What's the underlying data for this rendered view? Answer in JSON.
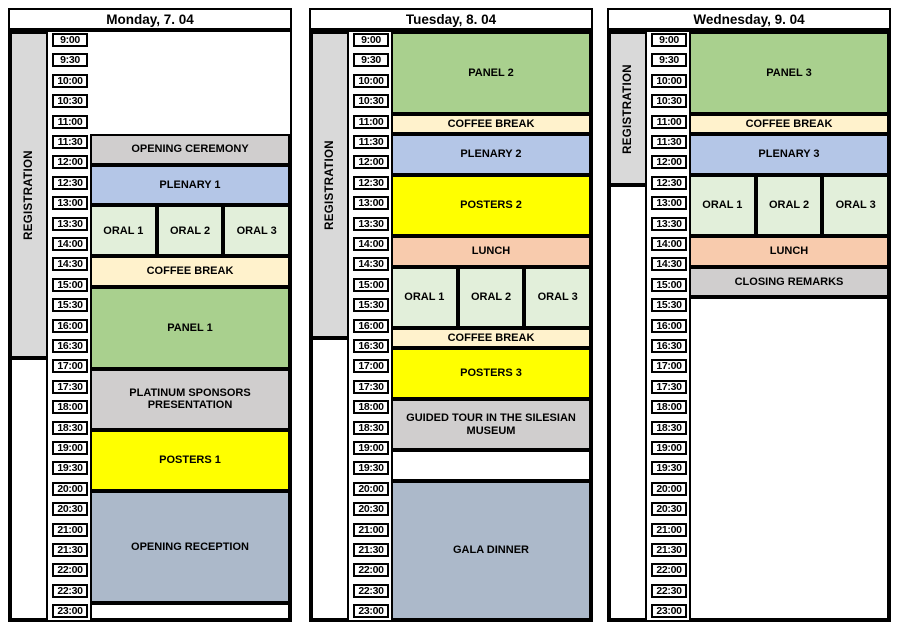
{
  "time_axis": {
    "labels": [
      "9:00",
      "9:30",
      "10:00",
      "10:30",
      "11:00",
      "11:30",
      "12:00",
      "12:30",
      "13:00",
      "13:30",
      "14:00",
      "14:30",
      "15:00",
      "15:30",
      "16:00",
      "16:30",
      "17:00",
      "17:30",
      "18:00",
      "18:30",
      "19:00",
      "19:30",
      "20:00",
      "20:30",
      "21:00",
      "21:30",
      "22:00",
      "22:30",
      "23:00"
    ]
  },
  "colors": {
    "panel_green": "#A9D08E",
    "oral_green": "#E2EFDA",
    "plenary_blue": "#B4C6E7",
    "posters_yellow": "#FFFF00",
    "coffee_cream": "#FFF2CC",
    "lunch_orange": "#F8CBAD",
    "block_gray": "#D0CECE",
    "reception_bluegray": "#ACB9CA",
    "registration_gray": "#D9D9D9",
    "border_black": "#000000"
  },
  "days": [
    {
      "title": "Monday, 7. 04",
      "registration": {
        "label": "REGISTRATION",
        "start": "9:00",
        "end": "17:00"
      },
      "empty_boxes": [
        {
          "start": "23:00",
          "end": "bottom"
        }
      ],
      "events": [
        {
          "label": "OPENING CEREMONY",
          "start": "11:30",
          "end": "12:15",
          "color": "block_gray"
        },
        {
          "label": "PLENARY 1",
          "start": "12:15",
          "end": "13:15",
          "color": "plenary_blue"
        },
        {
          "label": "ORAL 1",
          "start": "13:15",
          "end": "14:30",
          "color": "oral_green",
          "col": 0,
          "of": 3
        },
        {
          "label": "ORAL 2",
          "start": "13:15",
          "end": "14:30",
          "color": "oral_green",
          "col": 1,
          "of": 3
        },
        {
          "label": "ORAL 3",
          "start": "13:15",
          "end": "14:30",
          "color": "oral_green",
          "col": 2,
          "of": 3
        },
        {
          "label": "COFFEE BREAK",
          "start": "14:30",
          "end": "15:15",
          "color": "coffee_cream"
        },
        {
          "label": "PANEL 1",
          "start": "15:15",
          "end": "17:15",
          "color": "panel_green"
        },
        {
          "label": "PLATINUM SPONSORS PRESENTATION",
          "start": "17:15",
          "end": "18:45",
          "color": "block_gray"
        },
        {
          "label": "POSTERS 1",
          "start": "18:45",
          "end": "20:15",
          "color": "posters_yellow"
        },
        {
          "label": "OPENING RECEPTION",
          "start": "20:15",
          "end": "23:00",
          "color": "reception_bluegray"
        }
      ]
    },
    {
      "title": "Tuesday, 8. 04",
      "registration": {
        "label": "REGISTRATION",
        "start": "9:00",
        "end": "16:30"
      },
      "empty_boxes": [
        {
          "start": "19:15",
          "end": "20:00"
        }
      ],
      "events": [
        {
          "label": "PANEL 2",
          "start": "9:00",
          "end": "11:00",
          "color": "panel_green"
        },
        {
          "label": "COFFEE BREAK",
          "start": "11:00",
          "end": "11:30",
          "color": "coffee_cream"
        },
        {
          "label": "PLENARY 2",
          "start": "11:30",
          "end": "12:30",
          "color": "plenary_blue"
        },
        {
          "label": "POSTERS 2",
          "start": "12:30",
          "end": "14:00",
          "color": "posters_yellow"
        },
        {
          "label": "LUNCH",
          "start": "14:00",
          "end": "14:45",
          "color": "lunch_orange"
        },
        {
          "label": "ORAL 1",
          "start": "14:45",
          "end": "16:15",
          "color": "oral_green",
          "col": 0,
          "of": 3
        },
        {
          "label": "ORAL 2",
          "start": "14:45",
          "end": "16:15",
          "color": "oral_green",
          "col": 1,
          "of": 3
        },
        {
          "label": "ORAL 3",
          "start": "14:45",
          "end": "16:15",
          "color": "oral_green",
          "col": 2,
          "of": 3
        },
        {
          "label": "COFFEE BREAK",
          "start": "16:15",
          "end": "16:45",
          "color": "coffee_cream"
        },
        {
          "label": "POSTERS 3",
          "start": "16:45",
          "end": "18:00",
          "color": "posters_yellow"
        },
        {
          "label": "GUIDED TOUR IN THE SILESIAN MUSEUM",
          "start": "18:00",
          "end": "19:15",
          "color": "block_gray"
        },
        {
          "label": "GALA DINNER",
          "start": "20:00",
          "end": "bottom",
          "color": "reception_bluegray"
        }
      ]
    },
    {
      "title": "Wednesday, 9. 04",
      "registration": {
        "label": "REGISTRATION",
        "start": "9:00",
        "end": "12:45"
      },
      "empty_boxes": [
        {
          "start": "15:30",
          "end": "bottom"
        }
      ],
      "events": [
        {
          "label": "PANEL 3",
          "start": "9:00",
          "end": "11:00",
          "color": "panel_green"
        },
        {
          "label": "COFFEE BREAK",
          "start": "11:00",
          "end": "11:30",
          "color": "coffee_cream"
        },
        {
          "label": "PLENARY 3",
          "start": "11:30",
          "end": "12:30",
          "color": "plenary_blue"
        },
        {
          "label": "ORAL 1",
          "start": "12:30",
          "end": "14:00",
          "color": "oral_green",
          "col": 0,
          "of": 3
        },
        {
          "label": "ORAL 2",
          "start": "12:30",
          "end": "14:00",
          "color": "oral_green",
          "col": 1,
          "of": 3
        },
        {
          "label": "ORAL 3",
          "start": "12:30",
          "end": "14:00",
          "color": "oral_green",
          "col": 2,
          "of": 3
        },
        {
          "label": "LUNCH",
          "start": "14:00",
          "end": "14:45",
          "color": "lunch_orange"
        },
        {
          "label": "CLOSING REMARKS",
          "start": "14:45",
          "end": "15:30",
          "color": "block_gray"
        }
      ]
    }
  ]
}
